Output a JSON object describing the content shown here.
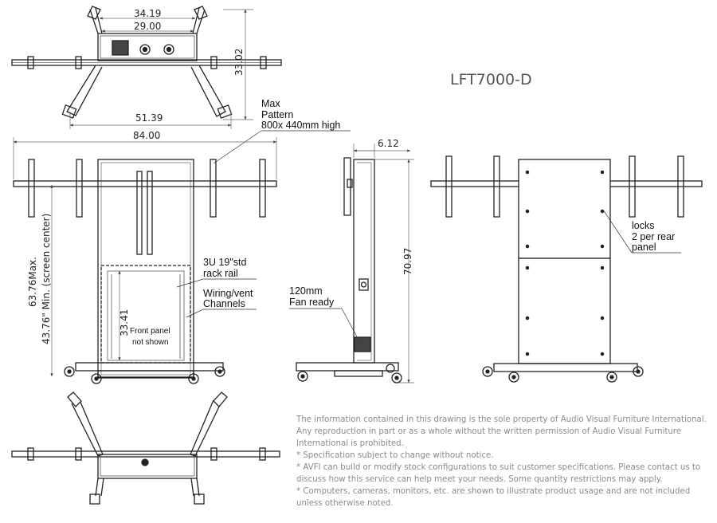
{
  "model_label": "LFT7000-D",
  "dimensions": {
    "top_width": "34.19",
    "top_inner_width": "29.00",
    "top_depth": "33.02",
    "top_base_width": "51.39",
    "front_width": "84.00",
    "side_depth": "6.12",
    "side_height": "70.97",
    "rack_height": "33.41",
    "screen_center_line1": "63.76Max.",
    "screen_center_line2": "43.76\" Min. (screen center)"
  },
  "callouts": {
    "max_pattern": [
      "Max",
      "Pattern",
      "800x 440mm high"
    ],
    "rack_rail": [
      "3U  19\"std",
      "rack rail"
    ],
    "wiring": [
      "Wiring/vent",
      "Channels"
    ],
    "front_panel": [
      "Front panel",
      "not shown"
    ],
    "fan": [
      "120mm",
      "Fan ready"
    ],
    "locks": [
      "locks",
      "2 per rear",
      "panel"
    ]
  },
  "legal": {
    "paragraph": "The information contained in this drawing is the sole property of Audio Visual Furniture International. Any reproduction in part or as a whole without the written permission of Audio Visual Furniture International is prohibited.",
    "notes": [
      "* Specification subject to change without notice.",
      "* AVFI can build or modify stock configurations to suit customer specifications. Please contact us to discuss how this service can help meet your needs. Some quantity restrictions may apply.",
      "* Computers, cameras, monitors, etc. are shown to illustrate product usage and are not included unless otherwise noted."
    ]
  },
  "colors": {
    "line": "#222222",
    "dim_line": "#666666",
    "legal_text": "#8a8a8a",
    "model_text": "#555555"
  }
}
